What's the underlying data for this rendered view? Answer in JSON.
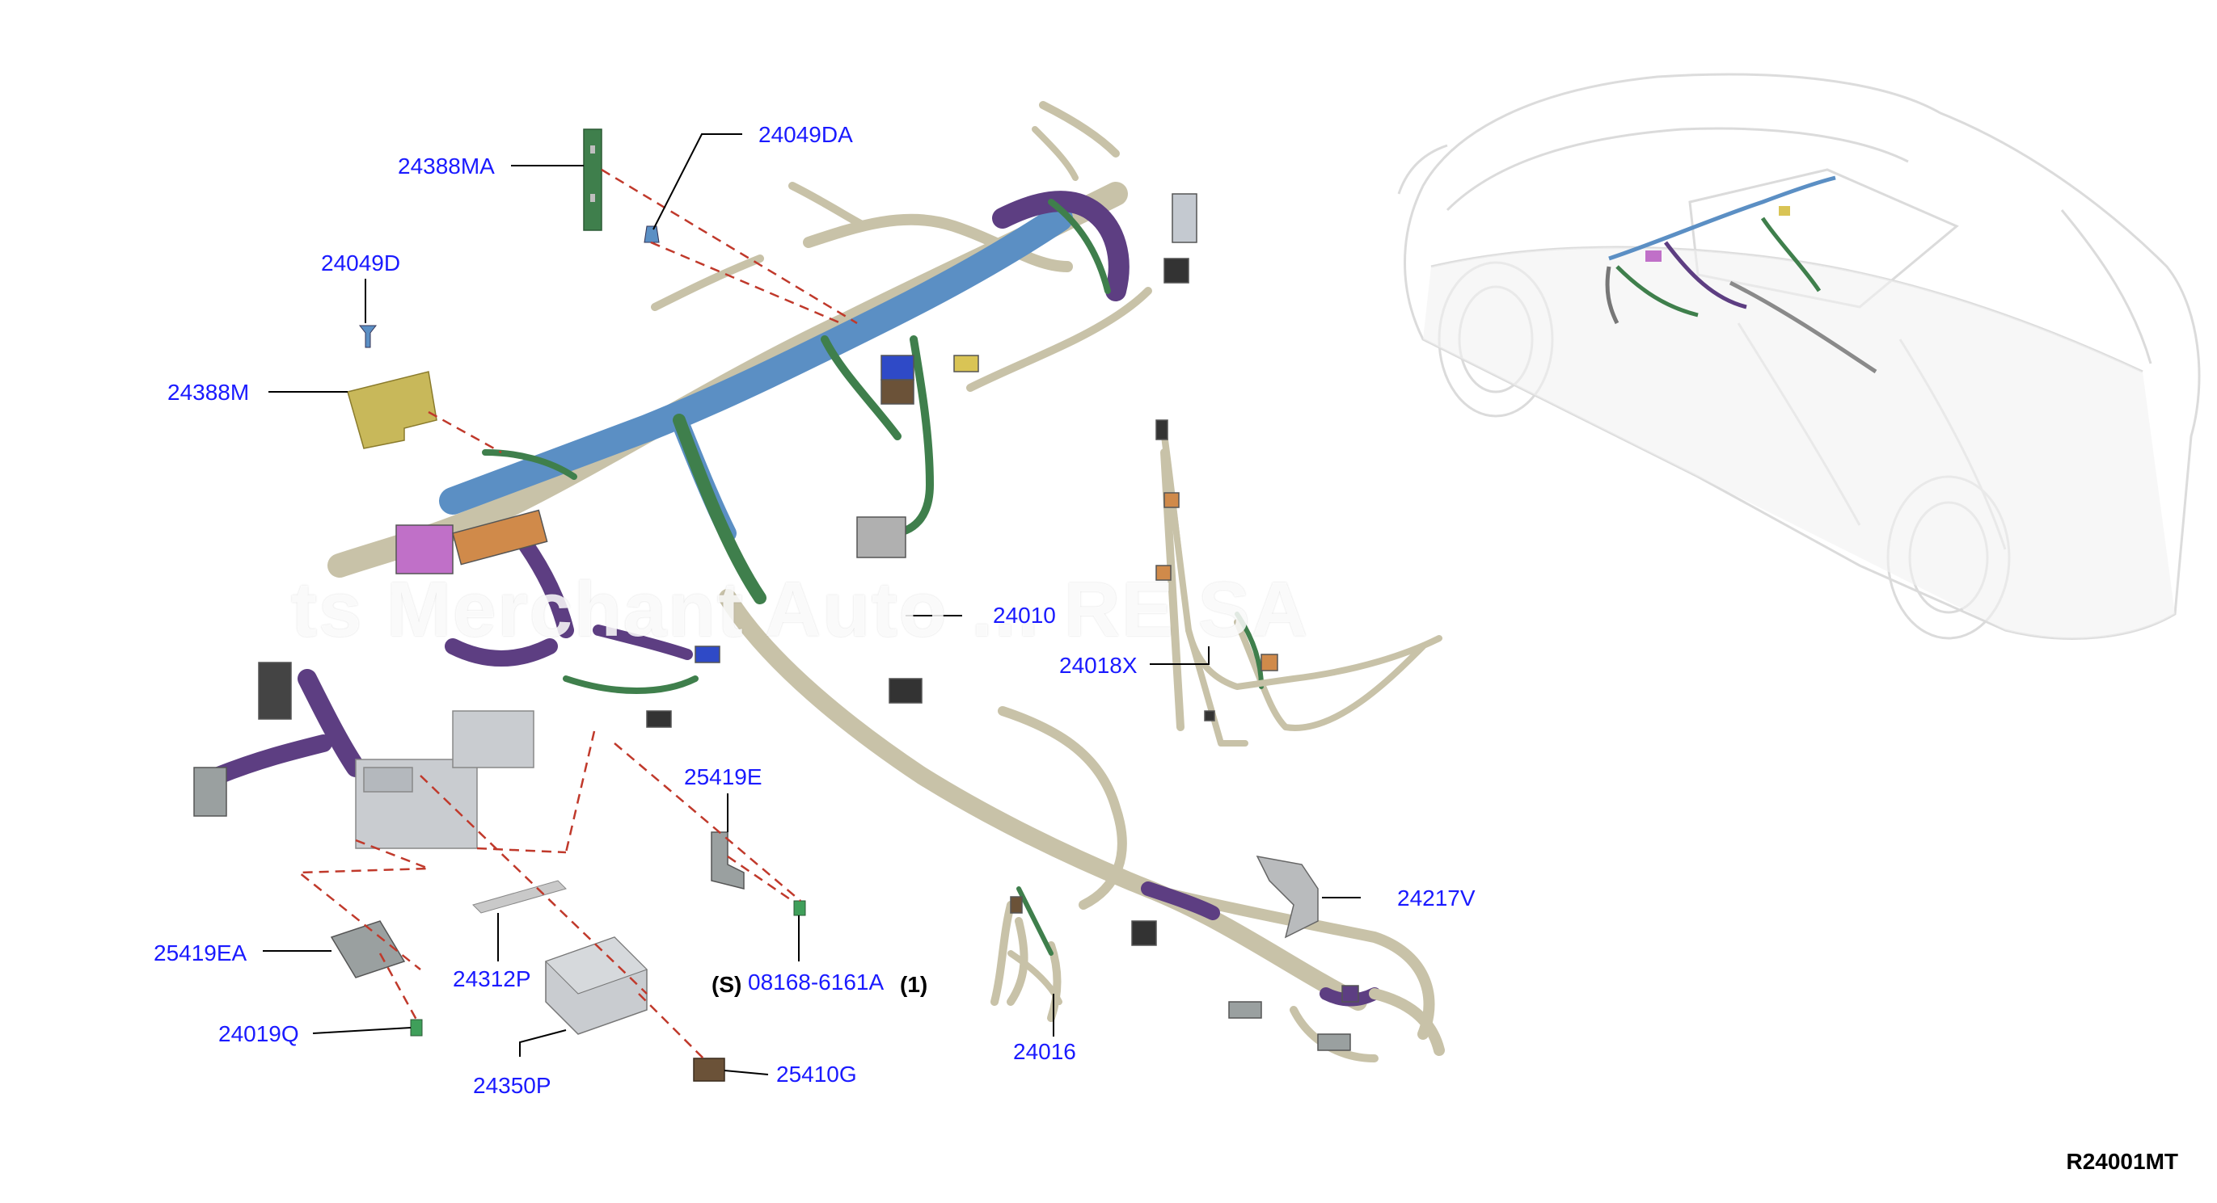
{
  "parts": {
    "p24049DA": "24049DA",
    "p24388MA": "24388MA",
    "p24049D": "24049D",
    "p24388M": "24388M",
    "p24010": "24010",
    "p24018X": "24018X",
    "p25419E": "25419E",
    "p24217V": "24217V",
    "p25419EA": "25419EA",
    "p24312P": "24312P",
    "p08168": "08168-6161A",
    "screw_prefix": "(S)",
    "screw_qty": "(1)",
    "p24019Q": "24019Q",
    "p24350P": "24350P",
    "p25410G": "25410G",
    "p24016": "24016"
  },
  "illustration_code": "R24001MT",
  "watermark": "ts Merchant Auto ... RE SA",
  "colors": {
    "label": "#1a1aff",
    "leader": "#000000",
    "dashed_leader": "#c0392b",
    "harness_tan": "#c8c2a8",
    "harness_blue": "#5b8fc4",
    "harness_green": "#3f7f4c",
    "harness_purple": "#5d3e82",
    "connector_pink": "#c070c8",
    "connector_orange": "#d08a4a"
  }
}
